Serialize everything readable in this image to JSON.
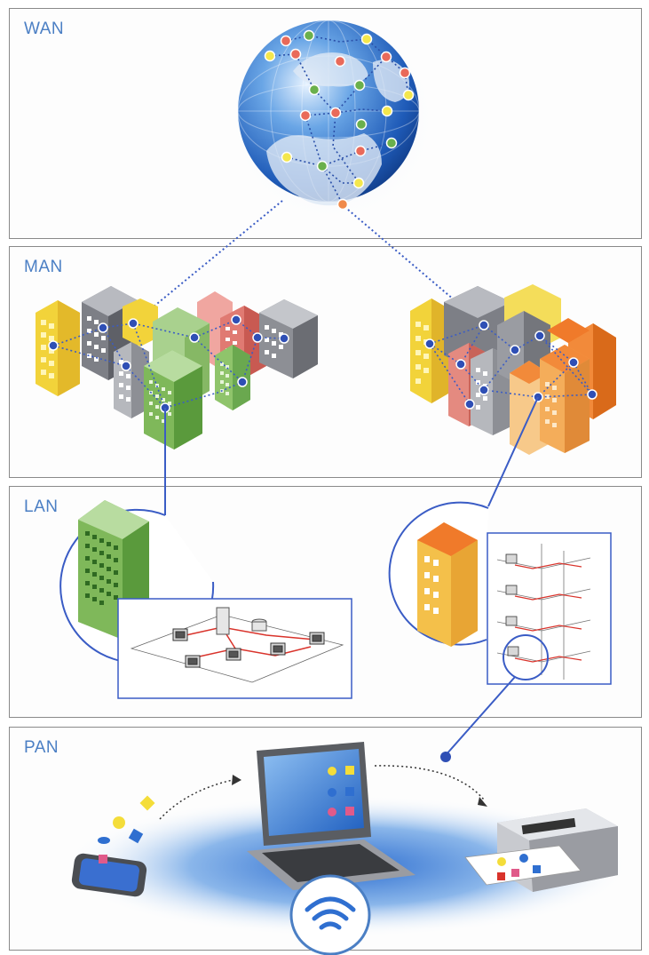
{
  "panels": {
    "wan": {
      "label": "WAN"
    },
    "man": {
      "label": "MAN"
    },
    "lan": {
      "label": "LAN"
    },
    "pan": {
      "label": "PAN"
    }
  },
  "colors": {
    "label_blue": "#4b7fc4",
    "node_blue": "#2f4fb5",
    "link_dot_blue": "#3a5cc5",
    "cable_red": "#d9332b",
    "building_yellow": "#f2d33a",
    "building_green": "#6aa84f",
    "building_gray": "#9a9a9a",
    "building_orange": "#f29a3a",
    "building_red": "#e07a72"
  },
  "icons": [
    "globe-icon",
    "office-building-icon",
    "computer-icon",
    "server-icon",
    "laptop-icon",
    "smartphone-icon",
    "printer-icon",
    "wifi-icon"
  ]
}
